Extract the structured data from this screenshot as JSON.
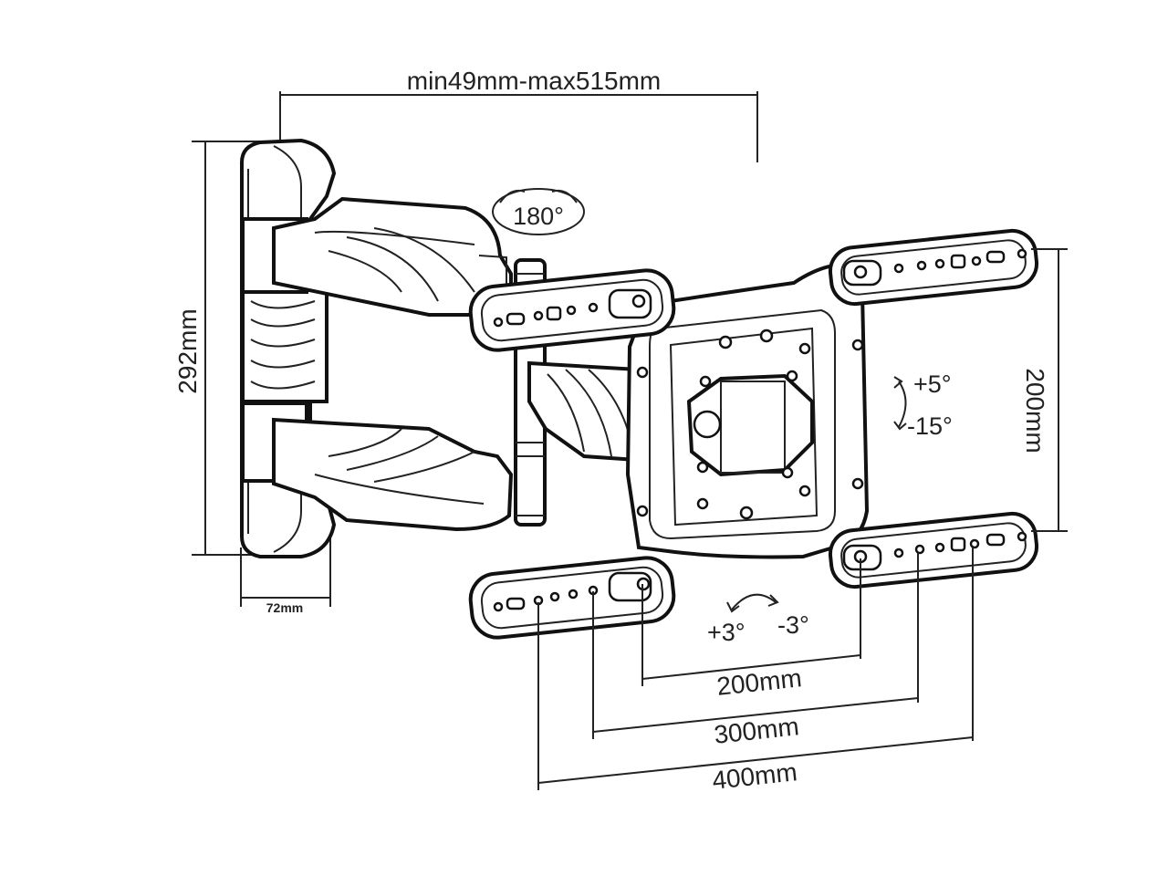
{
  "labels": {
    "extension": "min49mm-max515mm",
    "height": "292mm",
    "depth": "72mm",
    "swivel": "180°",
    "vertical_spacing": "200mm",
    "tilt_up": "+5°",
    "tilt_down": "-15°",
    "level_plus": "+3°",
    "level_minus": "-3°",
    "spacing_200": "200mm",
    "spacing_300": "300mm",
    "spacing_400": "400mm"
  },
  "colors": {
    "line": "#222222",
    "background": "#ffffff"
  }
}
